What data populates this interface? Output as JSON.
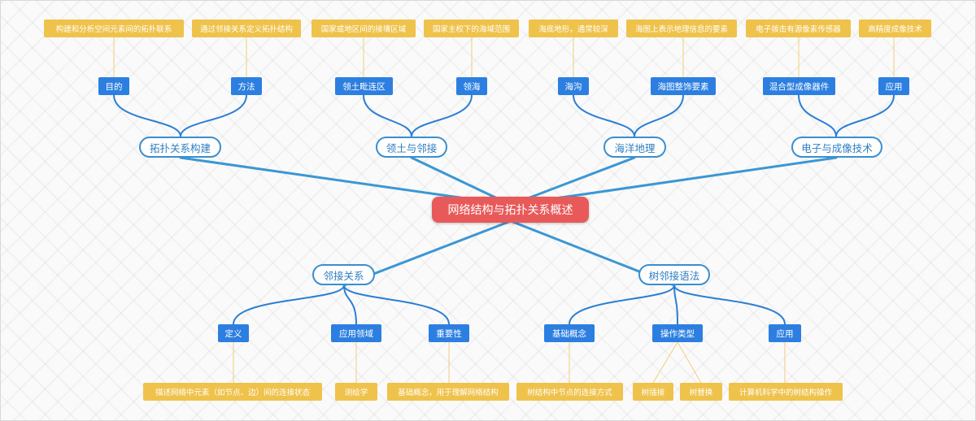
{
  "root": "网络结构与拓扑关系概述",
  "branches": {
    "topology": {
      "label": "拓扑关系构建",
      "purpose": {
        "label": "目的",
        "detail": "构建和分析空间元素间的拓扑联系"
      },
      "method": {
        "label": "方法",
        "detail": "通过邻接关系定义拓扑结构"
      }
    },
    "territory": {
      "label": "领土与邻接",
      "adjacent": {
        "label": "领土毗连区",
        "detail": "国家或地区间的接壤区域"
      },
      "waters": {
        "label": "领海",
        "detail": "国家主权下的海域范围"
      }
    },
    "ocean": {
      "label": "海洋地理",
      "trench": {
        "label": "海沟",
        "detail": "海底地形，通常较深"
      },
      "features": {
        "label": "海图整饰要素",
        "detail": "海图上表示地理信息的要素"
      }
    },
    "imaging": {
      "label": "电子与成像技术",
      "device": {
        "label": "混合型成像器件",
        "detail": "电子拨击有源像素传感器"
      },
      "application": {
        "label": "应用",
        "detail": "高精度成像技术"
      }
    },
    "adjacency": {
      "label": "邻接关系",
      "definition": {
        "label": "定义",
        "detail": "描述网络中元素（如节点、边）间的连接状态"
      },
      "field": {
        "label": "应用领域",
        "detail": "测绘学"
      },
      "importance": {
        "label": "重要性",
        "detail": "基础概念，用于理解网络结构"
      }
    },
    "tree": {
      "label": "树邻接语法",
      "basic": {
        "label": "基础概念",
        "detail": "树结构中节点的连接方式"
      },
      "operations": {
        "label": "操作类型",
        "detail_a": "树插接",
        "detail_b": "树替换"
      },
      "application": {
        "label": "应用",
        "detail": "计算机科学中的树结构操作"
      }
    }
  },
  "colors": {
    "root": "#e85a59",
    "subtopic_border": "#3a8fcf",
    "blue_node": "#2c7fe0",
    "yellow_node": "#efc24b",
    "main_link": "#3b97d3",
    "sub_link": "#2b7fd4",
    "leaf_link": "#f0cf7a"
  }
}
